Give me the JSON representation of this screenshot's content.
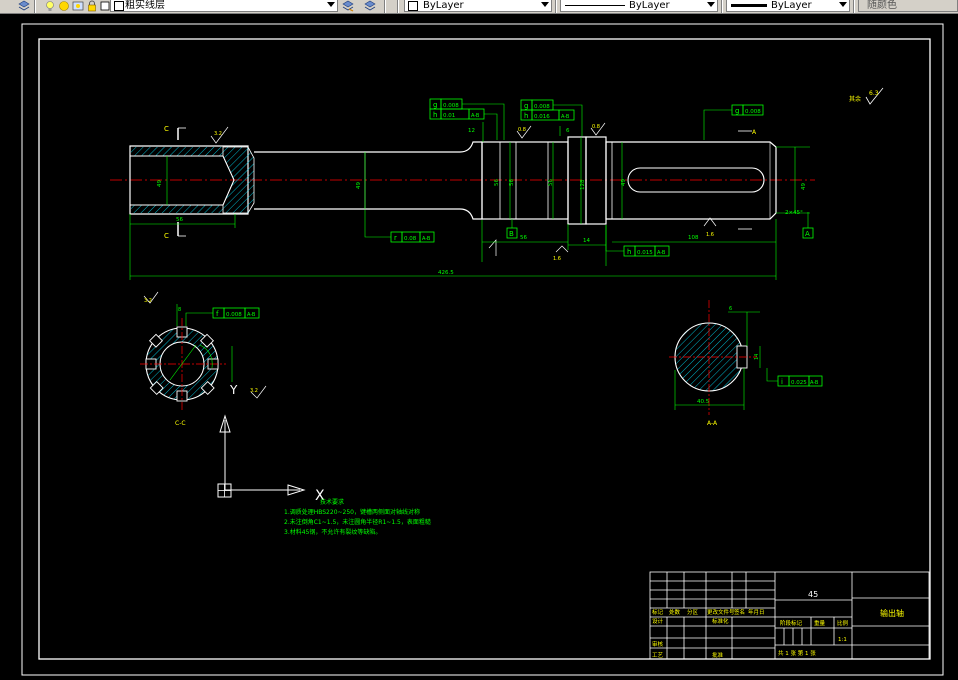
{
  "toolbar": {
    "layer_name": "粗实线层",
    "color": "ByLayer",
    "linetype": "ByLayer",
    "lineweight": "ByLayer",
    "plot_style": "随颜色"
  },
  "drawing": {
    "tolerances": {
      "g1": "g",
      "g1_val": "0.008",
      "h1": "h",
      "h1_val": "0.01",
      "h1_ref": "A-B",
      "g2": "g",
      "g2_val": "0.008",
      "h2": "h",
      "h2_val": "0.016",
      "h2_ref": "A-B",
      "g3": "g",
      "g3_val": "0.008",
      "r": "r",
      "r_val": "0.08",
      "r_ref": "A-B",
      "h3": "h",
      "h3_val": "0.015",
      "h3_ref": "A-B",
      "f": "f",
      "f_val": "0.008",
      "f_ref": "A-B",
      "i": "i",
      "i_val": "0.025",
      "i_ref": "A-B"
    },
    "section_labels": {
      "c_top": "C",
      "c_bottom": "C",
      "c_view": "C-C",
      "a_top": "A",
      "a_view": "A-A"
    },
    "datums": {
      "b": "B",
      "a": "A"
    },
    "dims": {
      "overall": "426.5",
      "d108": "108",
      "d56": "56",
      "d49": "49",
      "d128": "128",
      "chamfer": "2×45°",
      "d405": "40.5",
      "len9": "12",
      "len14": "14",
      "d8": "8",
      "d6": "6",
      "roughness": "3.2",
      "roughness2": "1.6",
      "roughness3": "0.8",
      "roughness4": "6.3",
      "other": "其余"
    },
    "tech_title": "技术要求",
    "tech_lines": [
      "1.调质处理HBS220~250，键槽两侧面对轴线对称",
      "2.未注倒角C1~1.5，未注圆角半径R1~1.5，表面粗糙",
      "3.材料45钢，不允许有裂纹等缺陷。"
    ],
    "ucs": {
      "x": "X",
      "y": "Y"
    },
    "title_block": {
      "material": "45",
      "part_name": "输出轴",
      "scale": "1:1",
      "sheet": "共 1 张   第 1 张",
      "h_mark": "标记",
      "h_count": "处数",
      "h_zone": "分区",
      "h_docno": "更改文件号",
      "h_sign": "签名",
      "h_date": "年月日",
      "design": "设计",
      "std": "标准化",
      "review": "审核",
      "craft": "工艺",
      "approve": "批准",
      "stage": "阶段标记",
      "weight": "重量",
      "ratio": "比例"
    }
  }
}
